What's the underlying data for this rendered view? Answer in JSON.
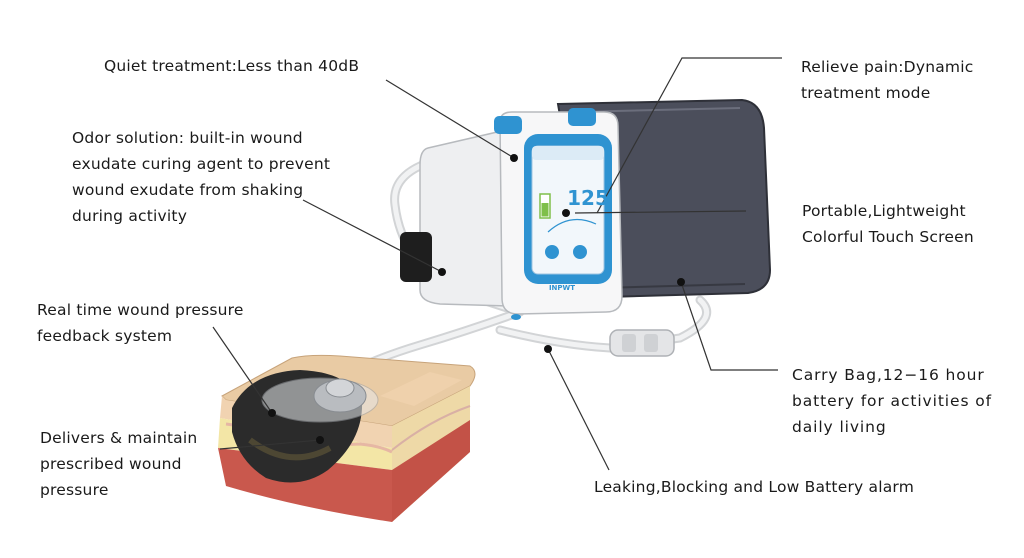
{
  "callouts": {
    "quiet": "Quiet treatment:Less than 40dB",
    "odor": "Odor solution: built-in wound\nexudate curing agent to prevent\nwound exudate from shaking\nduring activity",
    "feedback": "Real  time  wound pressure\nfeedback  system",
    "pressure": "Delivers  &  maintain\nprescribed  wound\npressure",
    "pain": "Relieve pain:Dynamic\ntreatment mode",
    "screen": "Portable,Lightweight\nColorful Touch Screen",
    "bag": "Carry Bag,12−16  hour\nbattery  for activities  of\ndaily living",
    "alarm": "Leaking,Blocking and Low Battery alarm"
  },
  "device": {
    "screen_value": "125",
    "brand": "INPWT"
  },
  "colors": {
    "device_accent": "#2f93d1",
    "bag": "#4b4e5b",
    "skin_top": "#e9cba4",
    "fat": "#f3e6a6",
    "muscle": "#c9584d",
    "foam": "#2b2b2b"
  }
}
